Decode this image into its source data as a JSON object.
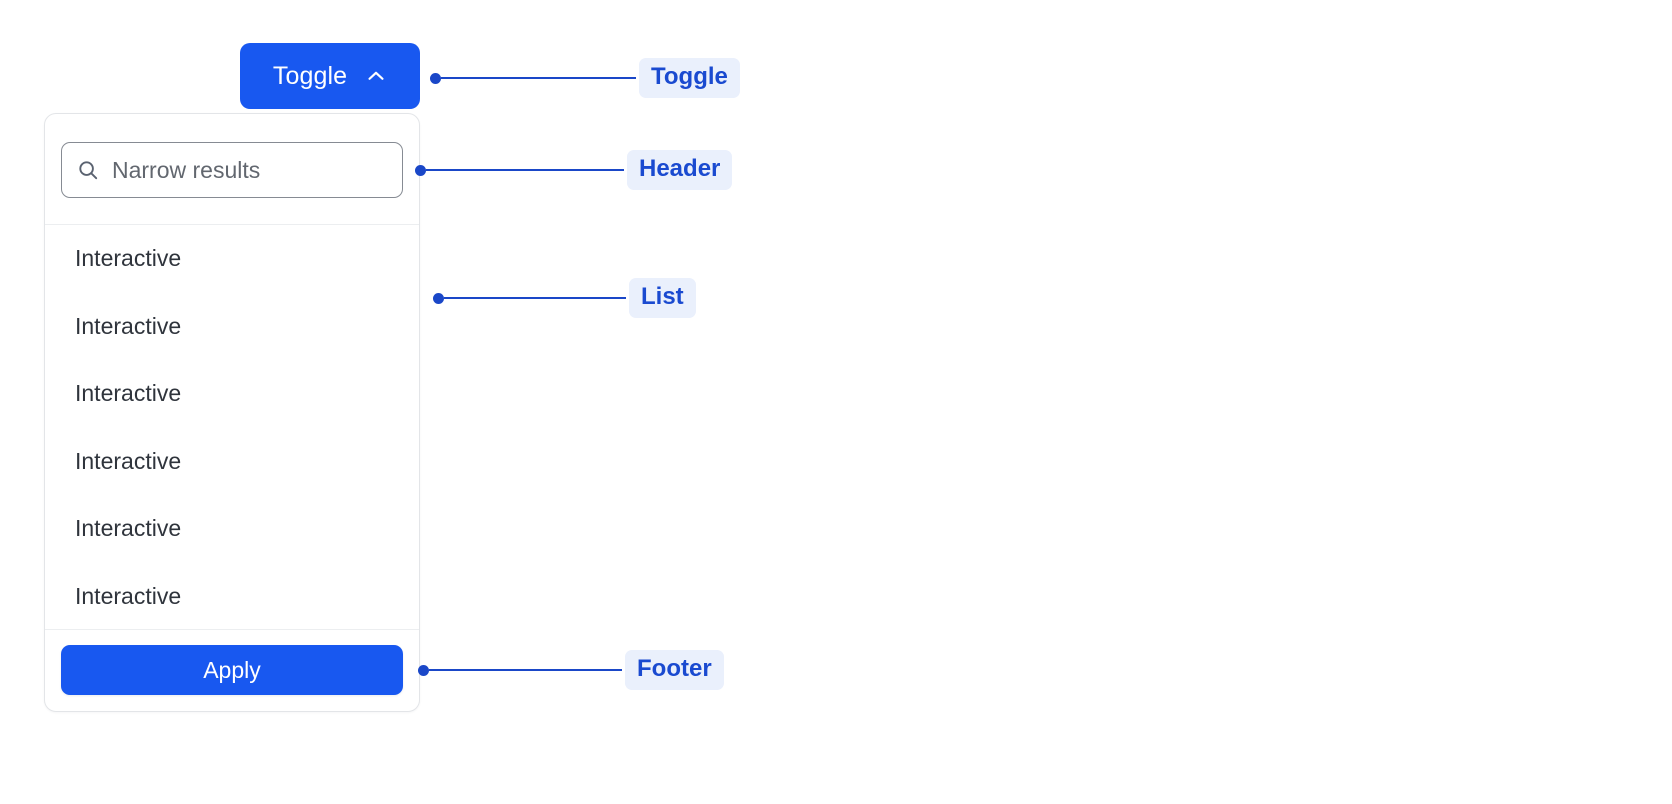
{
  "toggle": {
    "label": "Toggle",
    "icon": "chevron-up-icon",
    "background": "#1858f0",
    "text_color": "#ffffff"
  },
  "panel": {
    "header": {
      "search": {
        "placeholder": "Narrow results",
        "value": "",
        "icon": "search-icon"
      }
    },
    "list": {
      "items": [
        {
          "label": "Interactive"
        },
        {
          "label": "Interactive"
        },
        {
          "label": "Interactive"
        },
        {
          "label": "Interactive"
        },
        {
          "label": "Interactive"
        },
        {
          "label": "Interactive"
        }
      ]
    },
    "footer": {
      "apply_label": "Apply",
      "apply_background": "#1858f0"
    },
    "border_color": "#e3e5e8",
    "divider_color": "#eceef0"
  },
  "annotations": {
    "accent_color": "#1a47c8",
    "badge_background": "#eaf0fc",
    "badge_text_color": "#1a4ad0",
    "items": [
      {
        "label": "Toggle"
      },
      {
        "label": "Header"
      },
      {
        "label": "List"
      },
      {
        "label": "Footer"
      }
    ]
  }
}
